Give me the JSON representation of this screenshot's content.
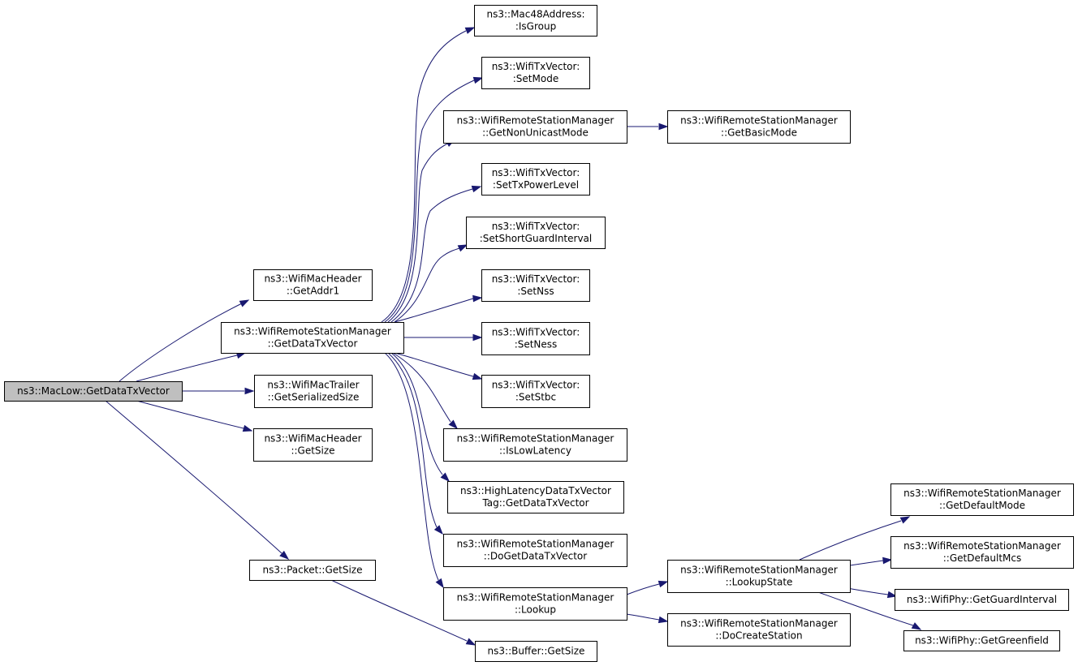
{
  "colors": {
    "edge": "#191970",
    "root_fill": "#bfbfbf",
    "node_fill": "#ffffff",
    "border": "#000000"
  },
  "nodes": [
    {
      "id": "root",
      "lines": [
        "ns3::MacLow::GetDataTxVector"
      ],
      "root": true
    },
    {
      "id": "mac48",
      "lines": [
        "ns3::Mac48Address:",
        ":IsGroup"
      ]
    },
    {
      "id": "setmode",
      "lines": [
        "ns3::WifiTxVector:",
        ":SetMode"
      ]
    },
    {
      "id": "nonunicast",
      "lines": [
        "ns3::WifiRemoteStationManager",
        "::GetNonUnicastMode"
      ]
    },
    {
      "id": "basicmode",
      "lines": [
        "ns3::WifiRemoteStationManager",
        "::GetBasicMode"
      ]
    },
    {
      "id": "txpower",
      "lines": [
        "ns3::WifiTxVector:",
        ":SetTxPowerLevel"
      ]
    },
    {
      "id": "sgi",
      "lines": [
        "ns3::WifiTxVector:",
        ":SetShortGuardInterval"
      ]
    },
    {
      "id": "addr1",
      "lines": [
        "ns3::WifiMacHeader",
        "::GetAddr1"
      ]
    },
    {
      "id": "nss",
      "lines": [
        "ns3::WifiTxVector:",
        ":SetNss"
      ]
    },
    {
      "id": "datatx",
      "lines": [
        "ns3::WifiRemoteStationManager",
        "::GetDataTxVector"
      ]
    },
    {
      "id": "ness",
      "lines": [
        "ns3::WifiTxVector:",
        ":SetNess"
      ]
    },
    {
      "id": "trailer",
      "lines": [
        "ns3::WifiMacTrailer",
        "::GetSerializedSize"
      ]
    },
    {
      "id": "stbc",
      "lines": [
        "ns3::WifiTxVector:",
        ":SetStbc"
      ]
    },
    {
      "id": "hdrsize",
      "lines": [
        "ns3::WifiMacHeader",
        "::GetSize"
      ]
    },
    {
      "id": "lowlat",
      "lines": [
        "ns3::WifiRemoteStationManager",
        "::IsLowLatency"
      ]
    },
    {
      "id": "highlat",
      "lines": [
        "ns3::HighLatencyDataTxVector",
        "Tag::GetDataTxVector"
      ]
    },
    {
      "id": "dogetdata",
      "lines": [
        "ns3::WifiRemoteStationManager",
        "::DoGetDataTxVector"
      ]
    },
    {
      "id": "defmode",
      "lines": [
        "ns3::WifiRemoteStationManager",
        "::GetDefaultMode"
      ]
    },
    {
      "id": "defmcs",
      "lines": [
        "ns3::WifiRemoteStationManager",
        "::GetDefaultMcs"
      ]
    },
    {
      "id": "pktsize",
      "lines": [
        "ns3::Packet::GetSize"
      ]
    },
    {
      "id": "lookupstate",
      "lines": [
        "ns3::WifiRemoteStationManager",
        "::LookupState"
      ]
    },
    {
      "id": "lookup",
      "lines": [
        "ns3::WifiRemoteStationManager",
        "::Lookup"
      ]
    },
    {
      "id": "gi",
      "lines": [
        "ns3::WifiPhy::GetGuardInterval"
      ]
    },
    {
      "id": "docreate",
      "lines": [
        "ns3::WifiRemoteStationManager",
        "::DoCreateStation"
      ]
    },
    {
      "id": "greenfield",
      "lines": [
        "ns3::WifiPhy::GetGreenfield"
      ]
    },
    {
      "id": "bufsize",
      "lines": [
        "ns3::Buffer::GetSize"
      ]
    }
  ],
  "edges": [
    [
      "root",
      "addr1"
    ],
    [
      "root",
      "datatx"
    ],
    [
      "root",
      "trailer"
    ],
    [
      "root",
      "hdrsize"
    ],
    [
      "root",
      "pktsize"
    ],
    [
      "datatx",
      "mac48"
    ],
    [
      "datatx",
      "setmode"
    ],
    [
      "datatx",
      "nonunicast"
    ],
    [
      "datatx",
      "txpower"
    ],
    [
      "datatx",
      "sgi"
    ],
    [
      "datatx",
      "nss"
    ],
    [
      "datatx",
      "ness"
    ],
    [
      "datatx",
      "stbc"
    ],
    [
      "datatx",
      "lowlat"
    ],
    [
      "datatx",
      "highlat"
    ],
    [
      "datatx",
      "dogetdata"
    ],
    [
      "datatx",
      "lookup"
    ],
    [
      "nonunicast",
      "basicmode"
    ],
    [
      "lookup",
      "lookupstate"
    ],
    [
      "lookup",
      "docreate"
    ],
    [
      "lookupstate",
      "defmode"
    ],
    [
      "lookupstate",
      "defmcs"
    ],
    [
      "lookupstate",
      "gi"
    ],
    [
      "lookupstate",
      "greenfield"
    ],
    [
      "pktsize",
      "bufsize"
    ]
  ]
}
